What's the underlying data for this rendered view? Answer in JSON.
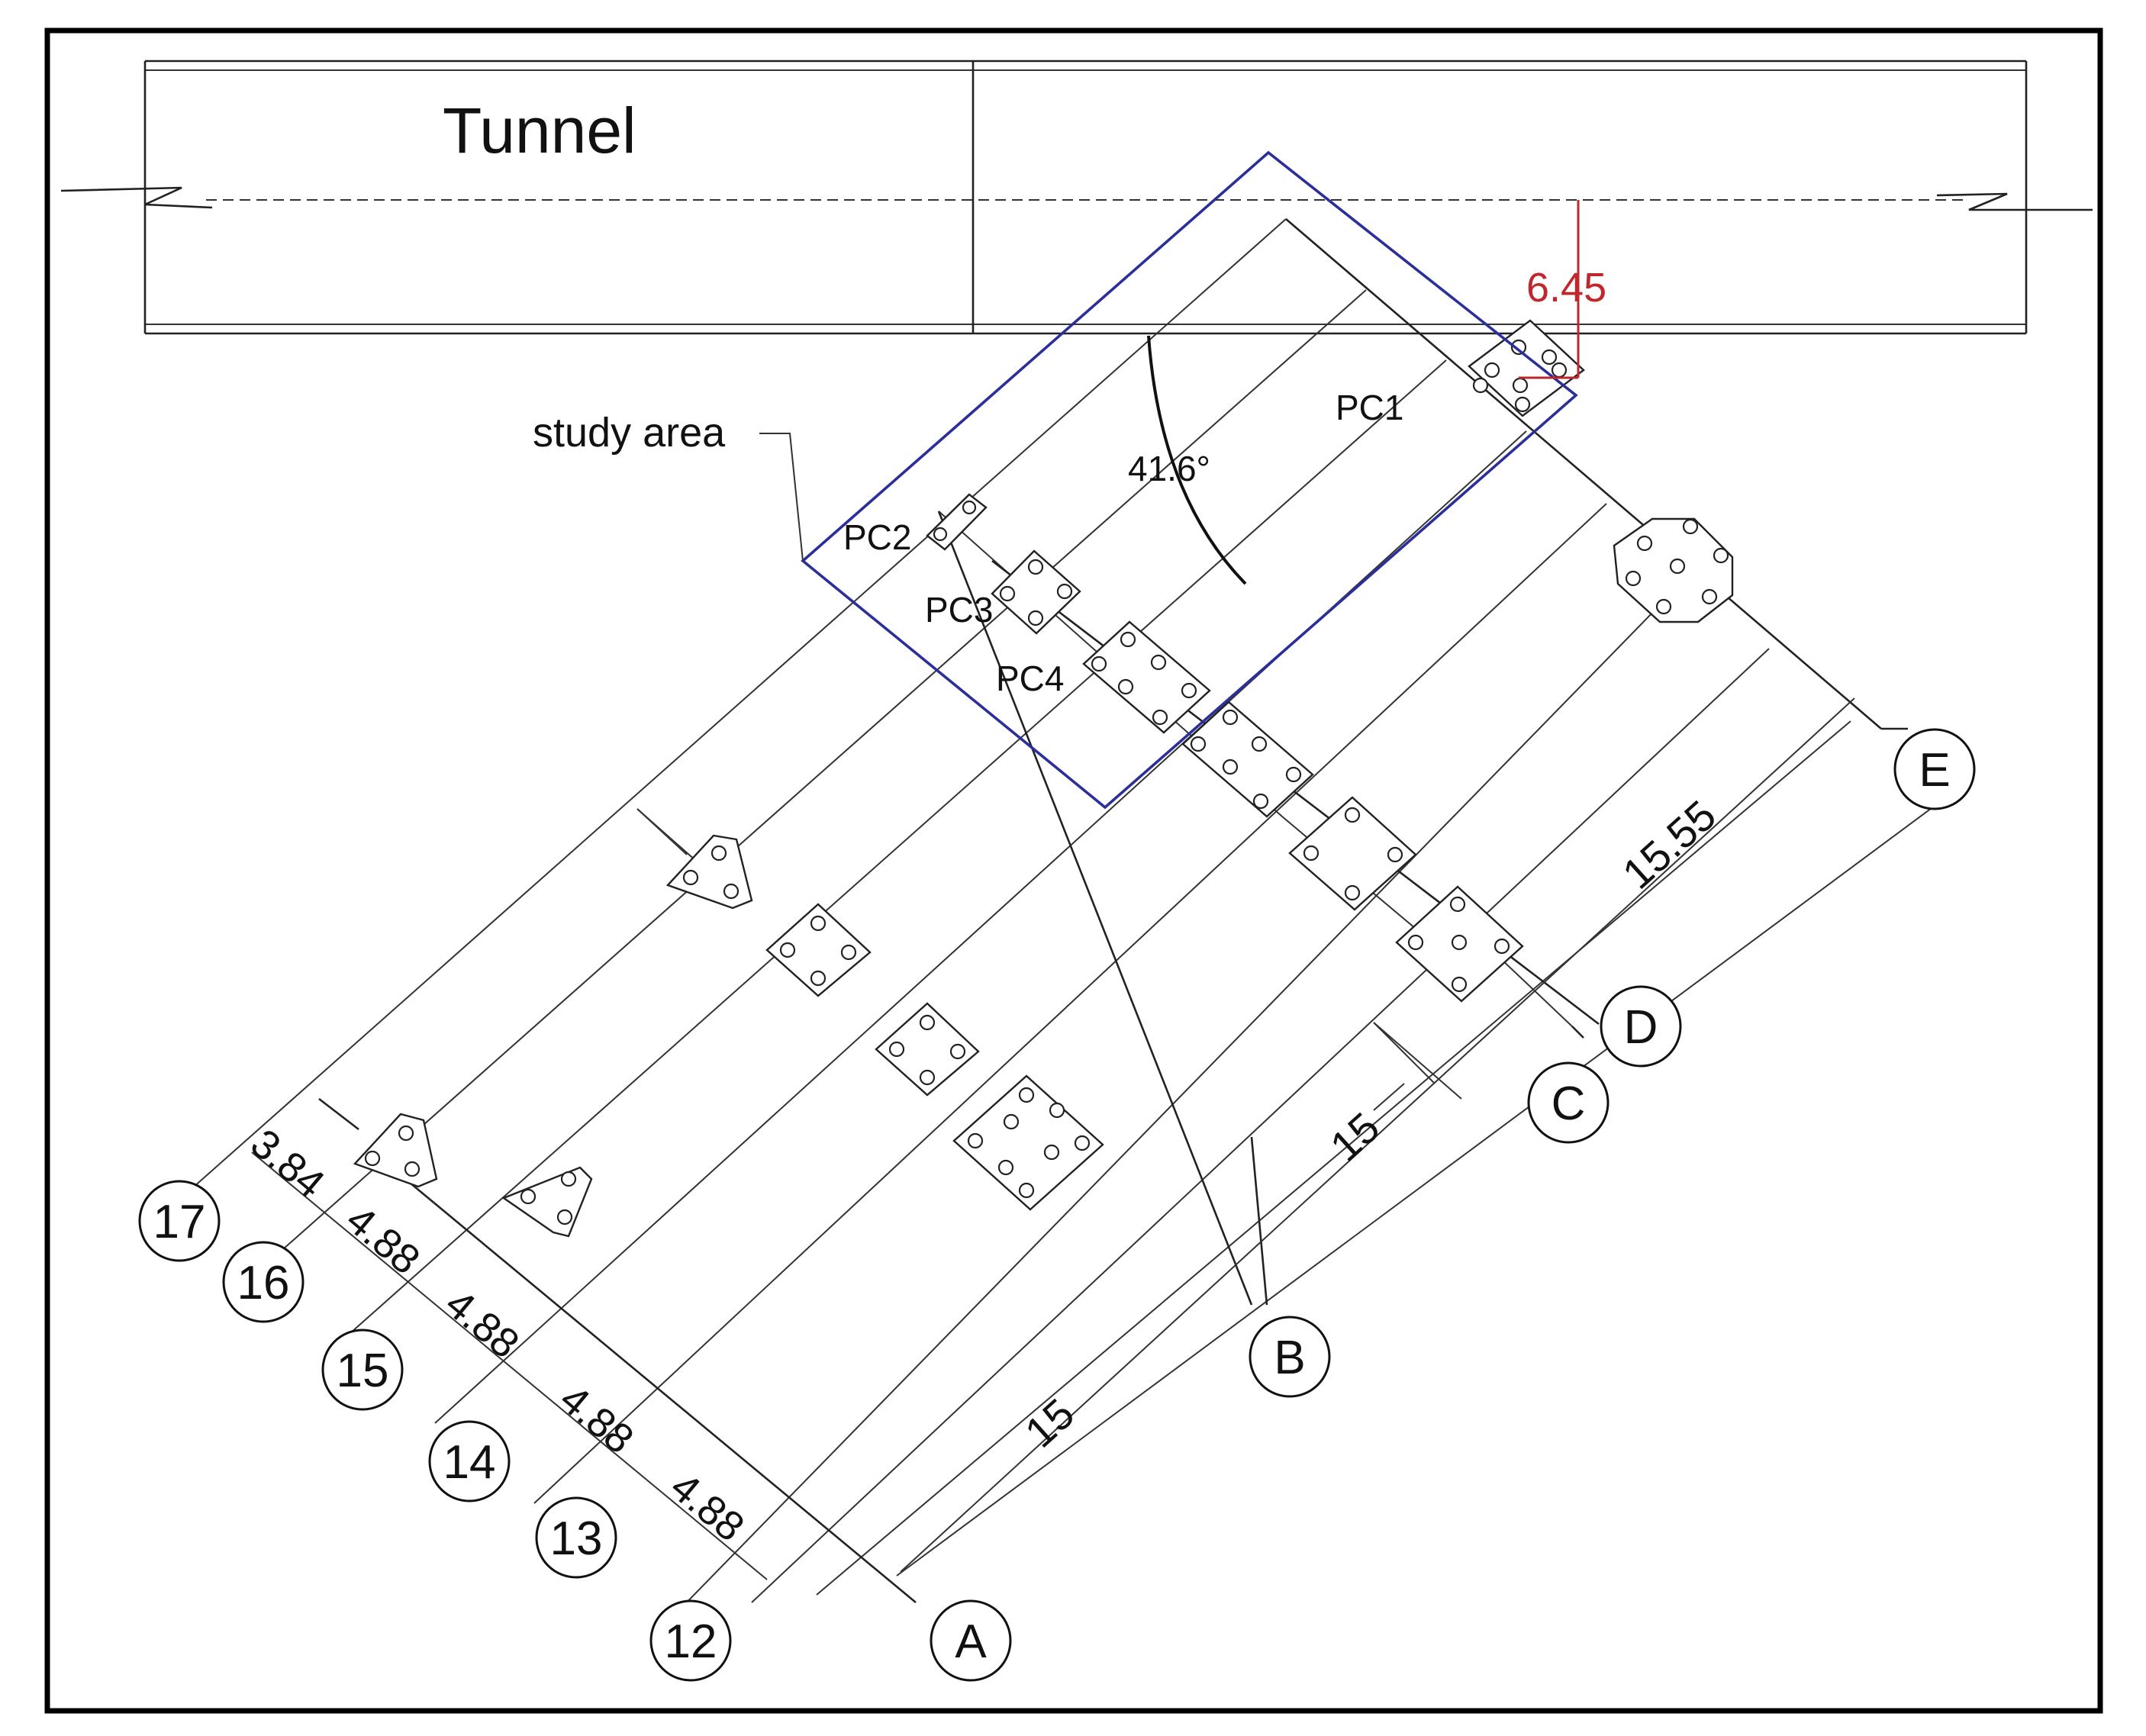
{
  "title": "Tunnel",
  "study_area_label": "study area",
  "angle_label": "41.6°",
  "clearance_label": "6.45",
  "colors": {
    "study_area": "#2b2f9a",
    "clearance": "#c0272d",
    "lines": "#222222"
  },
  "pile_caps": [
    "PC1",
    "PC2",
    "PC3",
    "PC4"
  ],
  "grid_numbers": [
    "17",
    "16",
    "15",
    "14",
    "13",
    "12"
  ],
  "grid_letters": [
    "A",
    "B",
    "C",
    "D",
    "E"
  ],
  "spacing_labels": [
    "3.84",
    "4.88",
    "4.88",
    "4.88",
    "4.88"
  ],
  "span_labels": [
    "15",
    "15",
    "15.55"
  ]
}
